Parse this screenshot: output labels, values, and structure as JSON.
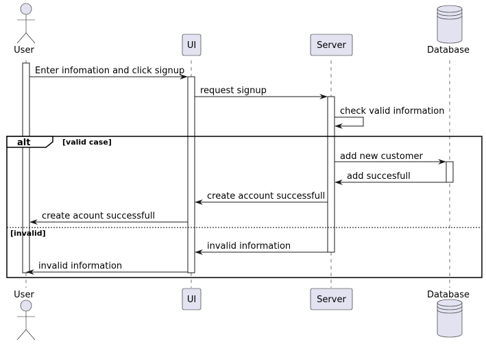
{
  "participants": {
    "user": "User",
    "ui": "UI",
    "server": "Server",
    "database": "Database"
  },
  "messages": {
    "enter_info": "Enter infomation and click signup",
    "request_signup": "request signup",
    "check_valid": "check valid information",
    "add_customer": "add new customer",
    "add_success": "add succesfull",
    "create_success_server": "create account successfull",
    "create_success_ui": "create acount successfull",
    "invalid_server": "invalid information",
    "invalid_ui": "invalid information"
  },
  "fragment": {
    "keyword": "alt",
    "guard_1": "[valid case]",
    "guard_2": "[invalid]"
  },
  "colors": {
    "participant_fill": "#E2E2F0",
    "line": "#181818"
  }
}
